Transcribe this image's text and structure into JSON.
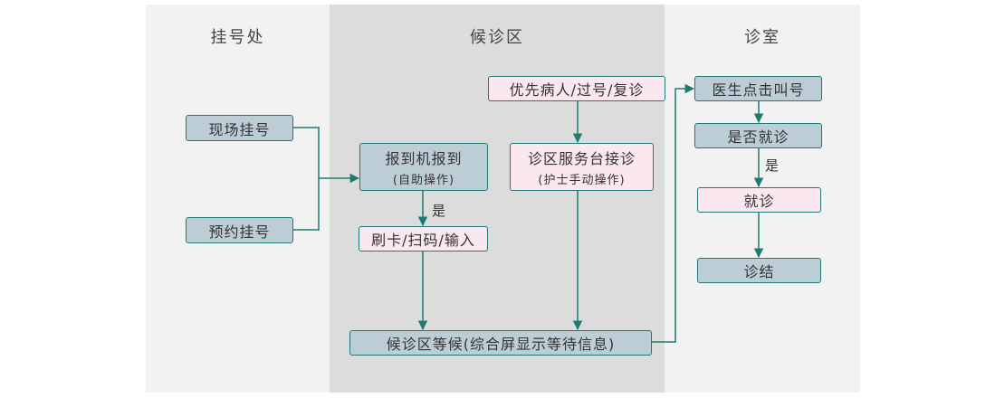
{
  "lanes": {
    "registration": "挂号处",
    "waiting": "候诊区",
    "clinic": "诊室"
  },
  "nodes": {
    "onsite": "现场挂号",
    "appointment": "预约挂号",
    "kiosk": "报到机报到",
    "kiosk_note": "(自助操作)",
    "swipe": "刷卡/扫码/输入",
    "priority": "优先病人/过号/复诊",
    "desk": "诊区服务台接诊",
    "desk_note": "(护士手动操作)",
    "wait": "候诊区等候(综合屏显示等待信息)",
    "call": "医生点击叫号",
    "present": "是否就诊",
    "visit": "就诊",
    "finish": "诊结"
  },
  "edge_labels": {
    "yes_left": "是",
    "yes_right": "是"
  },
  "colors": {
    "line": "#1e7a73",
    "blue_box": "#bccdd6",
    "pink_box": "#fbe7ef",
    "lane_light": "#f2f2f2",
    "lane_dark": "#dcdcdc"
  }
}
